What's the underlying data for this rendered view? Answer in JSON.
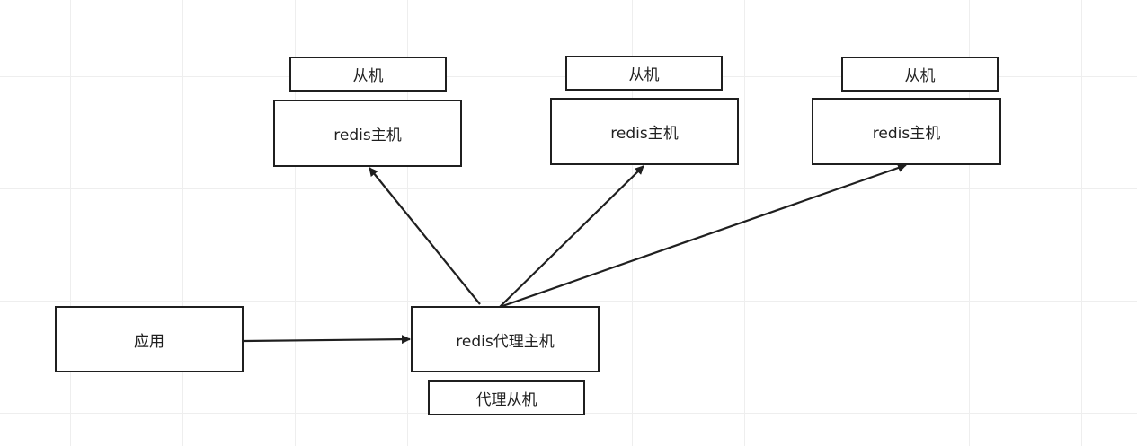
{
  "diagram": {
    "nodes": {
      "app": {
        "label": "应用"
      },
      "proxy_master": {
        "label": "redis代理主机"
      },
      "proxy_slave": {
        "label": "代理从机"
      },
      "master_1": {
        "label": "redis主机"
      },
      "master_2": {
        "label": "redis主机"
      },
      "master_3": {
        "label": "redis主机"
      },
      "slave_1": {
        "label": "从机"
      },
      "slave_2": {
        "label": "从机"
      },
      "slave_3": {
        "label": "从机"
      }
    },
    "edges": [
      {
        "from": "app",
        "to": "proxy_master"
      },
      {
        "from": "proxy_master",
        "to": "master_1"
      },
      {
        "from": "proxy_master",
        "to": "master_2"
      },
      {
        "from": "proxy_master",
        "to": "master_3"
      }
    ],
    "colors": {
      "stroke": "#1f1f1f",
      "grid": "#eeeeee",
      "background": "#ffffff"
    }
  }
}
